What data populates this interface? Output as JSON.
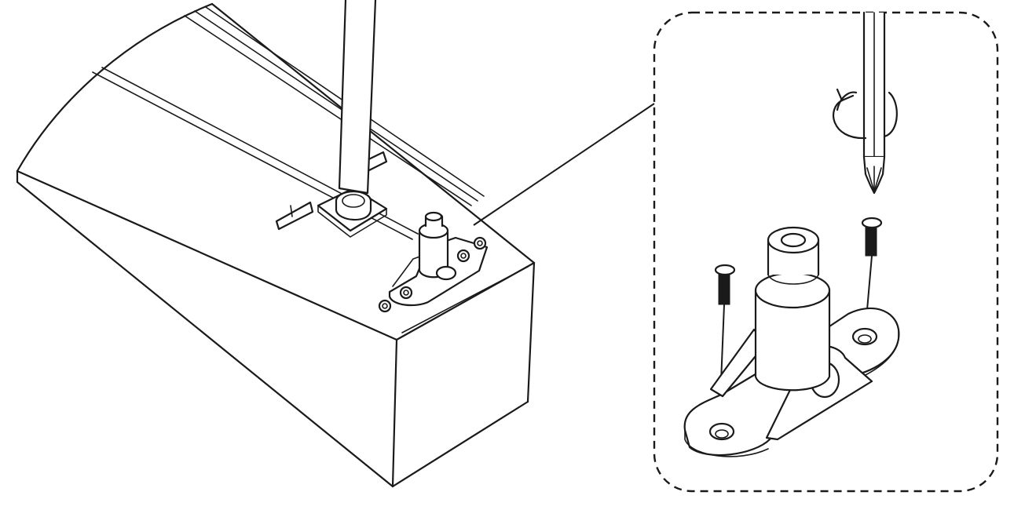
{
  "figure": {
    "type": "assembly-instruction-illustration",
    "main_view": "fixture-housing-end-with-tube-and-bracket",
    "detail_view": "bracket-screw-mounting",
    "tool": "phillips-screwdriver-icon",
    "action": "rotate-clockwise-arrow-icon",
    "fasteners": [
      "screw-left",
      "screw-right"
    ],
    "colors": {
      "line": "#1a1a1a",
      "background": "#ffffff"
    }
  }
}
